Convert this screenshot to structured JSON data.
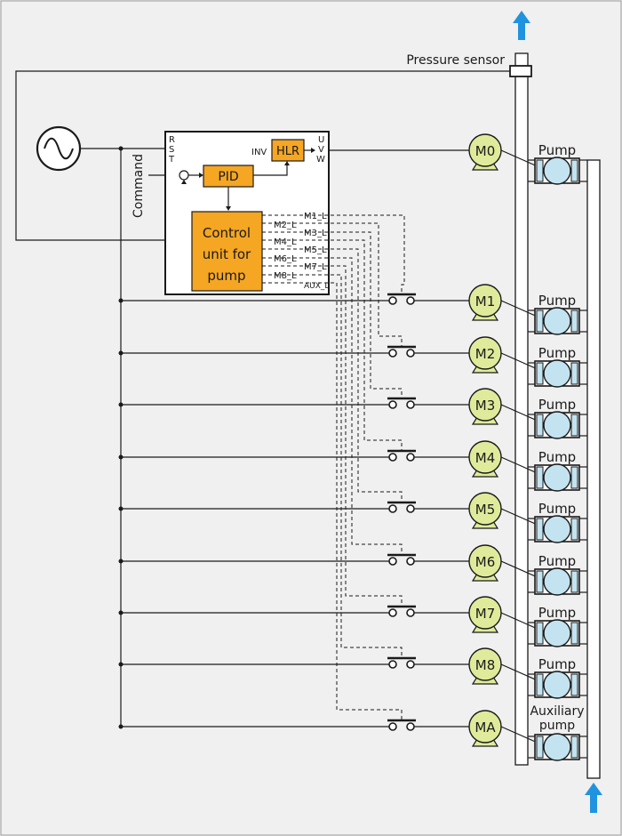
{
  "labels": {
    "pressure_sensor": "Pressure sensor",
    "command": "Command",
    "rst": [
      "R",
      "S",
      "T"
    ],
    "uvw": [
      "U",
      "V",
      "W"
    ],
    "inv": "INV",
    "hlr": "HLR",
    "pid": "PID",
    "control_unit": [
      "Control",
      "unit for",
      "pump"
    ],
    "signals_right": [
      "M1_L",
      "M3_L",
      "M5_L",
      "M7_L",
      "AUX_L"
    ],
    "signals_left": [
      "M2_L",
      "M4_L",
      "M6_L",
      "M8_L"
    ]
  },
  "motors": [
    {
      "id": "M0",
      "pump": "Pump"
    },
    {
      "id": "M1",
      "pump": "Pump"
    },
    {
      "id": "M2",
      "pump": "Pump"
    },
    {
      "id": "M3",
      "pump": "Pump"
    },
    {
      "id": "M4",
      "pump": "Pump"
    },
    {
      "id": "M5",
      "pump": "Pump"
    },
    {
      "id": "M6",
      "pump": "Pump"
    },
    {
      "id": "M7",
      "pump": "Pump"
    },
    {
      "id": "M8",
      "pump": "Pump"
    },
    {
      "id": "MA",
      "pump": [
        "Auxiliary",
        "pump"
      ]
    }
  ],
  "colors": {
    "background": "#f0f0f0",
    "orange": "#f5a623",
    "motor_fill": "#dfeb9a",
    "pump_fill": "#c3e3f0",
    "pipe_fill": "#ffffff",
    "arrow": "#1f93e0",
    "line": "#1a1a1a"
  },
  "icons": [
    "ac-source-icon",
    "up-arrow-icon"
  ]
}
